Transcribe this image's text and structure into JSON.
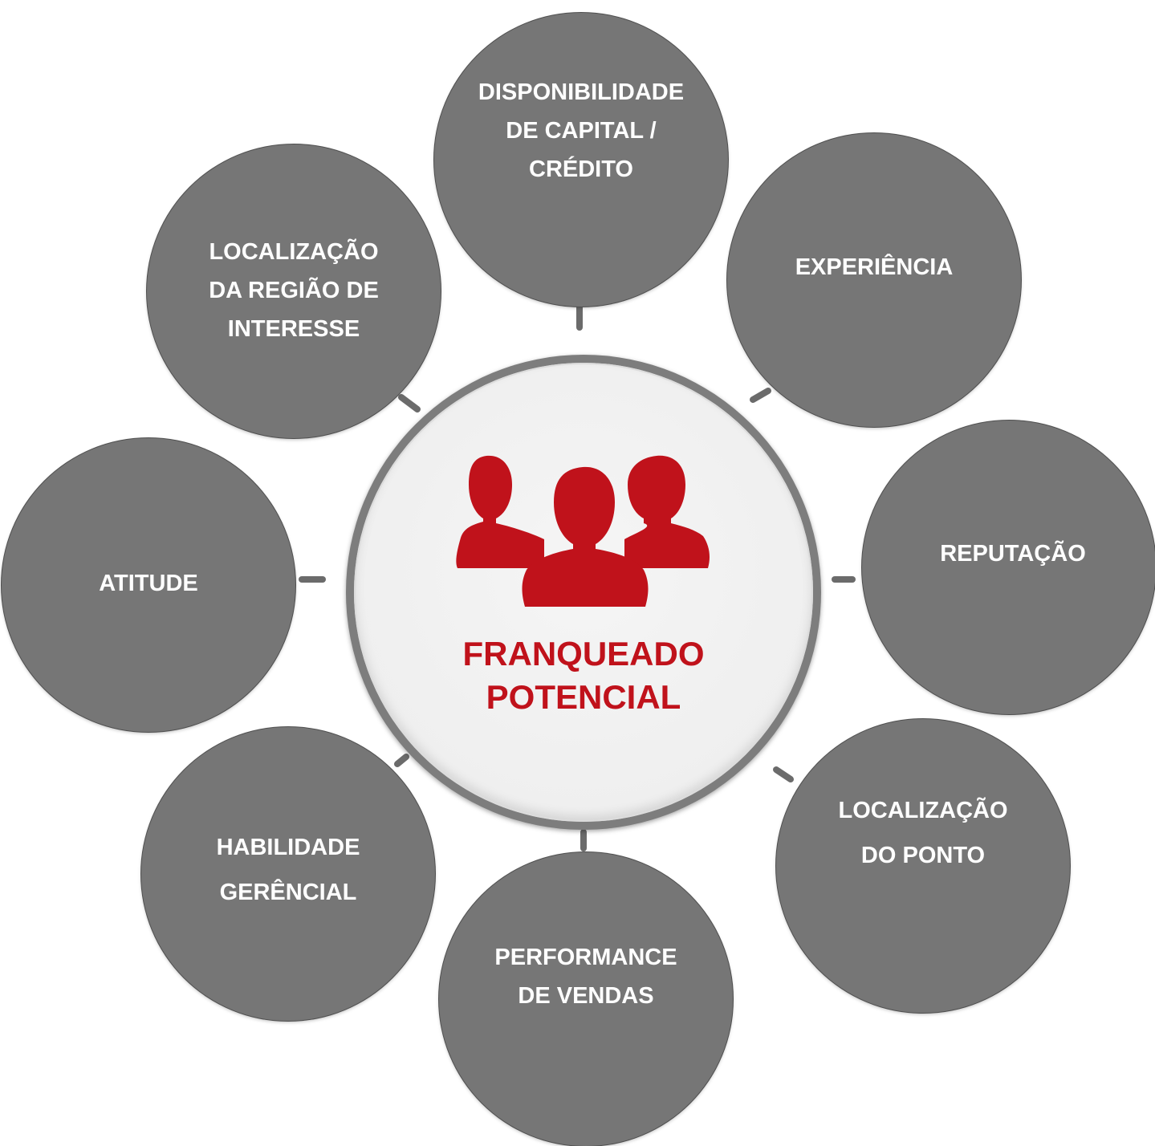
{
  "center": {
    "title": "FRANQUEADO\nPOTENCIAL",
    "icon": "people-group-icon",
    "accent_color": "#c0121b"
  },
  "colors": {
    "node_fill": "#767676",
    "connector": "#6b6b6b",
    "node_text": "#ffffff"
  },
  "nodes": [
    {
      "id": "capital",
      "label": "DISPONIBILIDADE\nDE CAPITAL /\nCRÉDITO"
    },
    {
      "id": "experiencia",
      "label": "EXPERIÊNCIA"
    },
    {
      "id": "reputacao",
      "label": "REPUTAÇÃO"
    },
    {
      "id": "localizacao-ponto",
      "label": "LOCALIZAÇÃO\nDO PONTO"
    },
    {
      "id": "performance",
      "label": "PERFORMANCE\nDE VENDAS"
    },
    {
      "id": "habilidade",
      "label": "HABILIDADE\nGERÊNCIAL"
    },
    {
      "id": "atitude",
      "label": "ATITUDE"
    },
    {
      "id": "localizacao-regiao",
      "label": "LOCALIZAÇÃO\nDA REGIÃO DE\nINTERESSE"
    }
  ]
}
